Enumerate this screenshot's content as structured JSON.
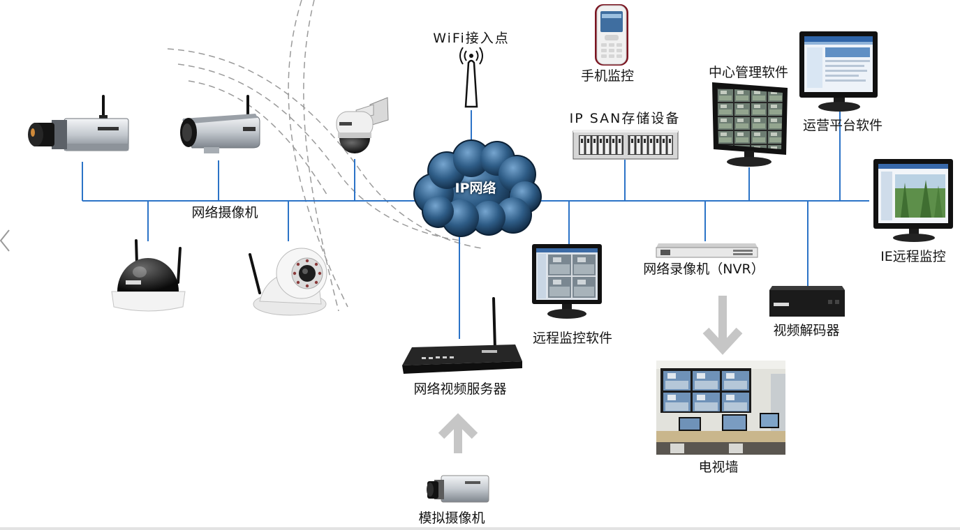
{
  "diagram": {
    "cloud_label": "IP网络",
    "labels": {
      "wifi_access_point": "WiFi接入点",
      "mobile_monitoring": "手机监控",
      "central_management_software": "中心管理软件",
      "operations_platform_software": "运营平台软件",
      "ip_san_storage": "IP SAN存储设备",
      "ie_remote_monitoring": "IE远程监控",
      "network_cameras": "网络摄像机",
      "nvr": "网络录像机（NVR）",
      "remote_monitoring_software": "远程监控软件",
      "video_decoder": "视频解码器",
      "network_video_server": "网络视频服务器",
      "tv_wall": "电视墙",
      "analog_camera": "模拟摄像机"
    }
  },
  "colors": {
    "link": "#2b73c7",
    "flow_arrow": "#c6c6c6",
    "coverage_arc": "#9a9a9a",
    "label_text": "#141414"
  },
  "icons": {
    "carousel_prev": "chevron-left-icon"
  }
}
